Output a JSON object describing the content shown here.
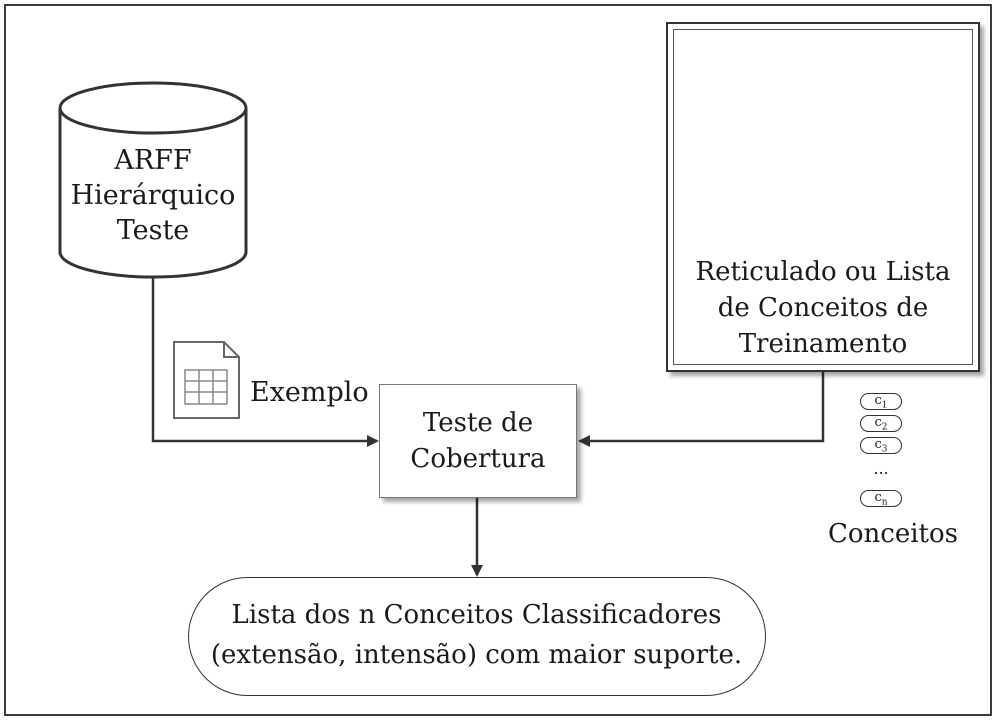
{
  "database": {
    "lines": [
      "ARFF",
      "Hierárquico",
      "Teste"
    ]
  },
  "lattice_box": {
    "lines": [
      "Reticulado ou Lista",
      "de Conceitos de",
      "Treinamento"
    ]
  },
  "example": {
    "label": "Exemplo"
  },
  "coverage_test": {
    "lines": [
      "Teste de",
      "Cobertura"
    ]
  },
  "concepts": {
    "items": [
      {
        "base": "c",
        "sub": "1"
      },
      {
        "base": "c",
        "sub": "2"
      },
      {
        "base": "c",
        "sub": "3"
      },
      {
        "base": "c",
        "sub": "n"
      }
    ],
    "ellipsis": "...",
    "label": "Conceitos"
  },
  "result": {
    "lines": [
      "Lista dos n Conceitos Classificadores",
      "(extensão, intensão) com maior suporte."
    ]
  },
  "colors": {
    "stroke": "#333333",
    "node": "#333333",
    "text": "#1a1a1a"
  }
}
